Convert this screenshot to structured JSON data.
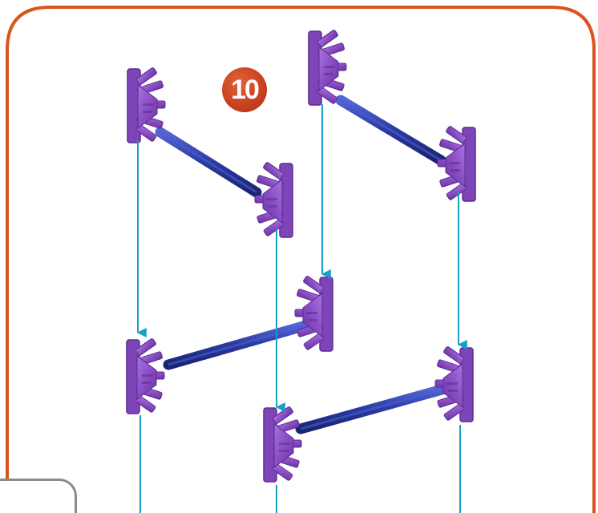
{
  "step": {
    "number": "10"
  },
  "colors": {
    "frame": "#d9541f",
    "guide_arrow": "#1a9fc4",
    "connector": "#8a4ec5",
    "rod": "#2a3aa0",
    "step_badge": "#c8431f",
    "tab_border": "#8a8a8a"
  },
  "icons": {
    "assembly_parts": "purple-connectors-with-blue-rods",
    "guides": "down-arrow-guide-lines"
  }
}
